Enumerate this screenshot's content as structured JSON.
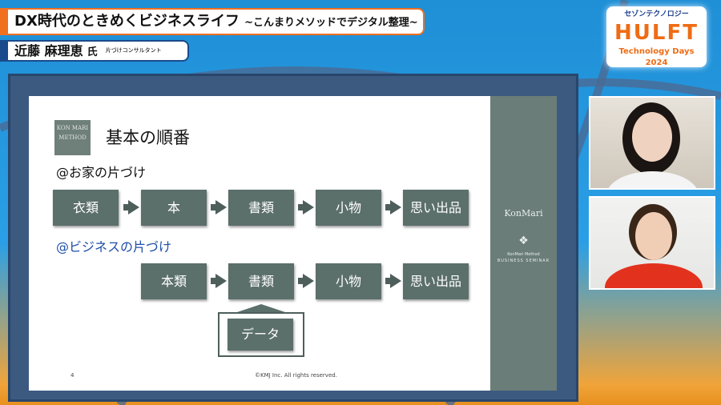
{
  "header": {
    "title": "DX時代のときめくビジネスライフ",
    "subtitle": "~こんまりメソッドでデジタル整理~",
    "speaker": "近藤 麻理恵",
    "honorific": "氏",
    "role": "片づけコンサルタント"
  },
  "event_logo": {
    "line1": "セゾンテクノロジー",
    "line2": "HULFT",
    "line3": "Technology Days 2024"
  },
  "slide": {
    "logo_text": "KON MARI METHOD",
    "heading": "基本の順番",
    "home_label": "@お家の片づけ",
    "home_steps": [
      "衣類",
      "本",
      "書類",
      "小物",
      "思い出品"
    ],
    "business_label": "@ビジネスの片づけ",
    "business_steps": [
      "本類",
      "書類",
      "小物",
      "思い出品"
    ],
    "data_label": "データ",
    "page_number": "4",
    "copyright": "©KMJ Inc. All rights reserved.",
    "sidebar": {
      "brand": "KonMari",
      "line1": "KonMari Method",
      "line2": "BUSINESS SEMINAR"
    }
  },
  "colors": {
    "accent_orange": "#ef6c14",
    "box_green": "#5b6f6b",
    "business_blue": "#1f4fa8"
  }
}
